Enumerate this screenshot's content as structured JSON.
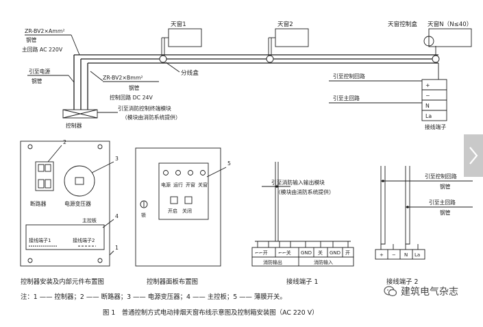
{
  "top": {
    "skylight1": "天窗1",
    "skylight2": "天窗2",
    "skylight_n": "天窗N（N≤40）",
    "skylight_ctrl_box": "天窗控制盒",
    "cable_power": "ZR-BV2×Amm²",
    "conduit": "钢管",
    "main_loop": "主回路 AC 220V",
    "to_power": "引至电源",
    "cable_ctrl": "ZR-BV2×Bmm²",
    "ctrl_loop": "控制回路 DC 24V",
    "to_fire_module": "引至消防控制终端模块",
    "module_note": "（模块由消防系统提供）",
    "controller": "控制器",
    "junction_box": "分线盒",
    "to_ctrl_loop": "引至控制回路",
    "to_main_loop": "引至主回路",
    "terminal_plus": "+",
    "terminal_minus": "−",
    "terminal_n": "N",
    "terminal_la": "La",
    "terminal_block": "接线端子"
  },
  "cabinet": {
    "breaker": "断路器",
    "transformer": "电源变压器",
    "main_board": "主控板",
    "terminal_1": "接线端子1",
    "terminal_2": "接线端子2",
    "callout_1": "1",
    "callout_2": "2",
    "callout_3": "3",
    "callout_4": "4",
    "caption": "控制器安装及内部元件布置图"
  },
  "panel": {
    "lamp_labels": [
      "电源",
      "运行",
      "开窗",
      "关窗"
    ],
    "btn_open": "开启",
    "btn_close": "关闭",
    "lock": "锁",
    "callout_5": "5",
    "caption": "控制器面板布置图"
  },
  "term1": {
    "note_line1": "引至消防输入输出模块",
    "note_line2": "（模块由消防系统提供）",
    "cells": [
      "⌐⌐开",
      "⌐⌐关",
      "GND",
      "关",
      "GND",
      "开"
    ],
    "group_out": "消防输出",
    "group_in": "消防输入",
    "caption": "接线端子 1"
  },
  "term2": {
    "to_ctrl_loop": "引至控制回路",
    "conduit_a": "钢管",
    "to_main_loop": "引至主回路",
    "conduit_b": "钢管",
    "cells": [
      "+",
      "−",
      "N",
      "La"
    ],
    "caption": "接线端子 2"
  },
  "footnote": "注：1 —— 控制器；2 —— 断路器；3 —— 电源变压器；4 —— 主控板；5 —— 薄膜开关。",
  "figure_title": "图 1　普通控制方式电动排烟天窗布线示意图及控制箱安装图（AC 220 V）",
  "watermark": "建筑电气杂志",
  "icons": {
    "next": "chevron-right-icon",
    "logo": "wechat-logo-icon"
  }
}
